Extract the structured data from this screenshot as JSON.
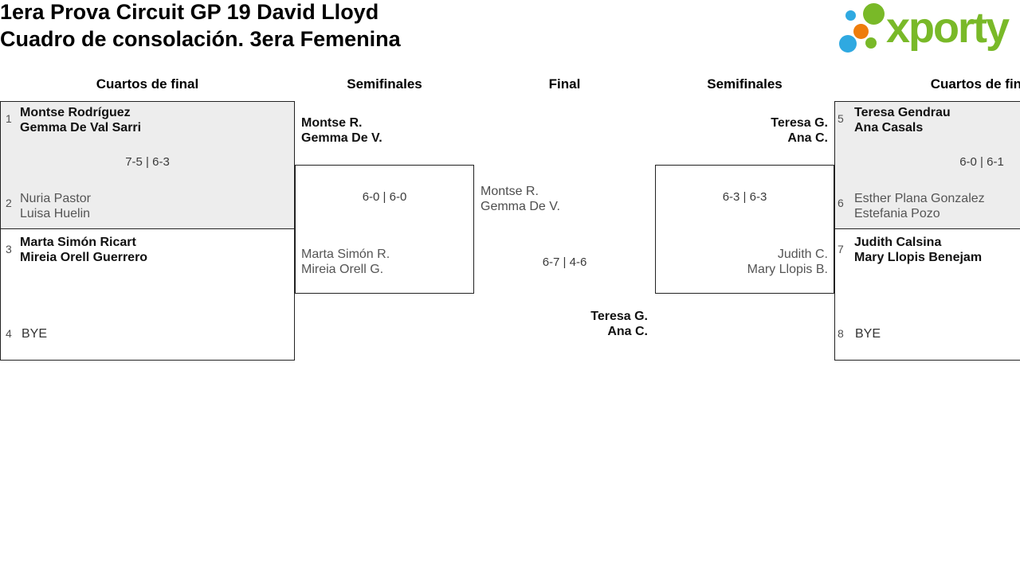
{
  "title": {
    "line1": "1era Prova Circuit GP 19 David Lloyd",
    "line2": "Cuadro de consolación. 3era Femenina"
  },
  "logo": {
    "wordmark": "xporty"
  },
  "colors": {
    "brand_green": "#79B928",
    "brand_blue": "#2FA9E1",
    "brand_orange": "#EE7D0C",
    "winner_box_bg": "#EDEDED",
    "box_border": "#222222"
  },
  "round_headers": {
    "left_quarterfinals": "Cuartos de final",
    "left_semifinals": "Semifinales",
    "final": "Final",
    "right_semifinals": "Semifinales",
    "right_quarterfinals": "Cuartos de final"
  },
  "matches": {
    "qf_left_top": {
      "seed_top": "1",
      "team_top": {
        "line1": "Montse Rodríguez",
        "line2": "Gemma De Val Sarri"
      },
      "score": "7-5 | 6-3",
      "seed_bottom": "2",
      "team_bottom": {
        "line1": "Nuria Pastor",
        "line2": "Luisa Huelin"
      }
    },
    "qf_left_bottom": {
      "seed_top": "3",
      "team_top": {
        "line1": "Marta Simón Ricart",
        "line2": "Mireia Orell Guerrero"
      },
      "seed_bottom": "4",
      "bye": "BYE"
    },
    "sf_left": {
      "team_top": {
        "line1": "Montse R.",
        "line2": "Gemma De V."
      },
      "score": "6-0 | 6-0",
      "team_bottom": {
        "line1": "Marta Simón R.",
        "line2": "Mireia Orell G."
      }
    },
    "final": {
      "team_top": {
        "line1": "Montse R.",
        "line2": "Gemma De V."
      },
      "score": "6-7 | 4-6",
      "team_bottom": {
        "line1": "Teresa G.",
        "line2": "Ana C."
      }
    },
    "sf_right": {
      "team_top": {
        "line1": "Teresa G.",
        "line2": "Ana C."
      },
      "score": "6-3 | 6-3",
      "team_bottom": {
        "line1": "Judith C.",
        "line2": "Mary Llopis B."
      }
    },
    "qf_right_top": {
      "seed_top": "5",
      "team_top": {
        "line1": "Teresa Gendrau",
        "line2": "Ana Casals"
      },
      "score": "6-0 | 6-1",
      "seed_bottom": "6",
      "team_bottom": {
        "line1": "Esther Plana Gonzalez",
        "line2": "Estefania Pozo"
      }
    },
    "qf_right_bottom": {
      "seed_top": "7",
      "team_top": {
        "line1": "Judith Calsina",
        "line2": "Mary Llopis Benejam"
      },
      "seed_bottom": "8",
      "bye": "BYE"
    }
  }
}
